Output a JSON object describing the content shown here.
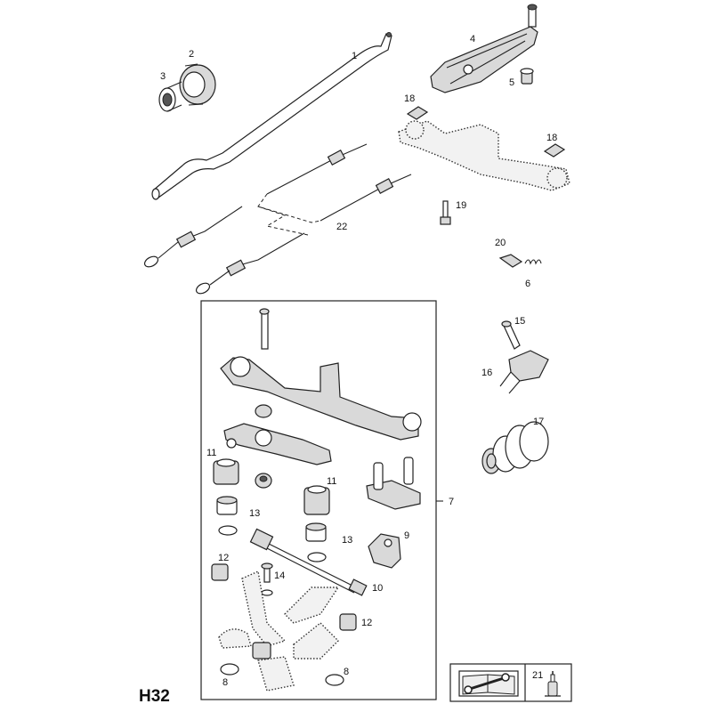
{
  "sheet_code": "H32",
  "labels": {
    "p1": "1",
    "p2": "2",
    "p3": "3",
    "p4": "4",
    "p5": "5",
    "p6": "6",
    "p7": "7",
    "p8a": "8",
    "p8b": "8",
    "p9": "9",
    "p10": "10",
    "p11a": "11",
    "p11b": "11",
    "p12a": "12",
    "p12b": "12",
    "p13a": "13",
    "p13b": "13",
    "p14": "14",
    "p15": "15",
    "p16": "16",
    "p17": "17",
    "p18a": "18",
    "p18b": "18",
    "p19": "19",
    "p20": "20",
    "p21": "21",
    "p22": "22"
  },
  "icons": [
    "manual-book-icon",
    "wrench-icon",
    "grease-gun-icon"
  ]
}
